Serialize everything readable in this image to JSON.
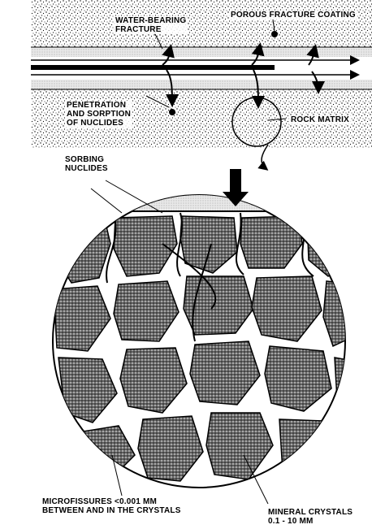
{
  "labels": {
    "water_bearing_fracture": [
      "WATER-BEARING",
      "FRACTURE"
    ],
    "porous_fracture_coating": "POROUS FRACTURE COATING",
    "penetration_sorption": [
      "PENETRATION",
      "AND SORPTION",
      "OF NUCLIDES"
    ],
    "rock_matrix": "ROCK MATRIX",
    "sorbing_nuclides": [
      "SORBING",
      "NUCLIDES"
    ],
    "microfissures": [
      "MICROFISSURES <0.001 mm",
      "BETWEEN AND IN THE CRYSTALS"
    ],
    "mineral_crystals": [
      "MINERAL CRYSTALS",
      "0.1 - 10 mm"
    ]
  }
}
